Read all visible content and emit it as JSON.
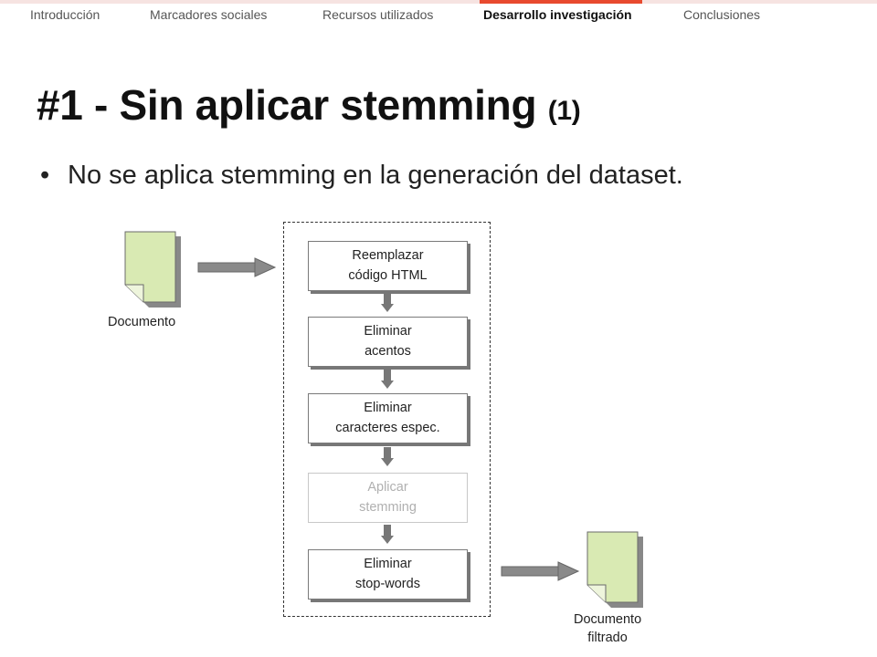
{
  "nav": {
    "tabs": [
      {
        "label": "Introducción",
        "active": false
      },
      {
        "label": "Marcadores sociales",
        "active": false
      },
      {
        "label": "Recursos utilizados",
        "active": false
      },
      {
        "label": "Desarrollo investigación",
        "active": true
      },
      {
        "label": "Conclusiones",
        "active": false
      }
    ],
    "accent_color": "#e84a2f"
  },
  "slide": {
    "title": "#1 - Sin aplicar stemming",
    "title_suffix": "(1)",
    "bullet": "No se aplica stemming en la generación del dataset."
  },
  "diagram": {
    "input_document_label": "Documento",
    "output_document_label_line1": "Documento",
    "output_document_label_line2": "filtrado",
    "document_color": "#d9eab3",
    "steps": [
      {
        "label": "Reemplazar\ncódigo HTML",
        "enabled": true
      },
      {
        "label": "Eliminar\nacentos",
        "enabled": true
      },
      {
        "label": "Eliminar\ncaracteres espec.",
        "enabled": true
      },
      {
        "label": "Aplicar\nstemming",
        "enabled": false
      },
      {
        "label": "Eliminar\nstop-words",
        "enabled": true
      }
    ]
  }
}
